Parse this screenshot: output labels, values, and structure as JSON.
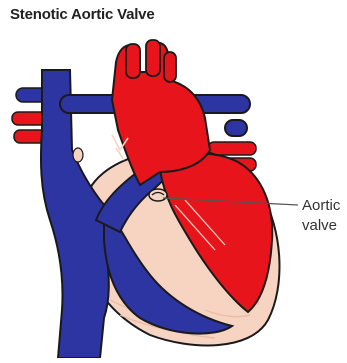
{
  "title": "Stenotic Aortic Valve",
  "callout": {
    "line1": "Aortic",
    "line2": "valve"
  },
  "colors": {
    "oxygenated": "#e8141c",
    "deoxygenated": "#2d35a3",
    "muscle": "#f7d4c2",
    "outline": "#1a1a1a",
    "leader": "#555555"
  }
}
